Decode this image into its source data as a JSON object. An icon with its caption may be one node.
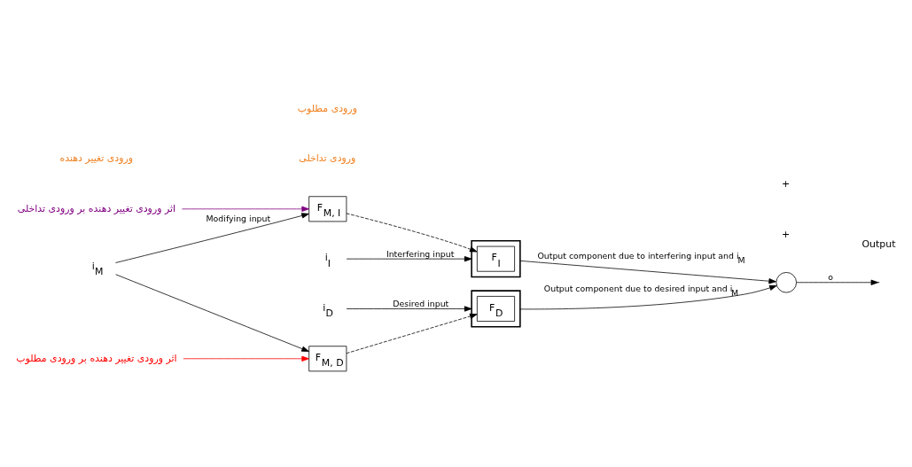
{
  "diagram": {
    "nodes": [
      {
        "text": [],
        "shape": "box"
      },
      {
        "text": [
          "F$_{I}$"
        ],
        "in": 0
      },
      {
        "text": [
          "F$_{M, I}$"
        ]
      },
      {
        "text": [
          "F$_{M, D}$"
        ]
      },
      {
        "text": [],
        "shape": "box"
      },
      {
        "text": [
          "F$_{D}$"
        ],
        "in": 4
      },
      {
        "text": [],
        "shape": "circle"
      },
      {
        "text": [
          "i$_{I}$"
        ]
      },
      {
        "text": [
          "i$_{M}$"
        ]
      },
      {
        "text": [
          "i$_{D}$"
        ]
      },
      {
        "text": [
          "اثر ورودی تغییر دهنده بر ورودی تداخلی"
        ]
      },
      {
        "text": [
          "اثر ورودی تغییر دهنده بر ورودی مطلوب"
        ]
      }
    ],
    "edges": [
      {
        "from": 7,
        "to": 0,
        "arrow": "to",
        "label": "Interfering input"
      },
      {
        "from": 8,
        "to": 2,
        "arrow": "to",
        "label": "Modifying input"
      },
      {
        "from": 8,
        "to": 3,
        "arrow": "to"
      },
      {
        "from": 2,
        "to": 1,
        "arrow": "to",
        "style": "dashed"
      },
      {
        "from": 3,
        "to": 5,
        "arrow": "to",
        "style": "dashed"
      },
      {
        "from": 9,
        "to": 4,
        "arrow": "to",
        "label": "Desired input"
      },
      {
        "from": 0,
        "to": 6,
        "arrow": "to",
        "label": "Output component due to interfering input and i$_{M}$"
      },
      {
        "from": 4,
        "to": 6,
        "arrow": "to",
        "label": "Output component due to desired input and i$_{M}$"
      },
      {
        "from": 6,
        "to": null,
        "arrow": "to",
        "label": "o"
      },
      {
        "from": 10,
        "to": 2,
        "arrow": "to",
        "color": "#800080"
      },
      {
        "from": 11,
        "to": 3,
        "arrow": "to",
        "color": "#ff0000"
      }
    ],
    "labels": [
      "ورودی تداخلی",
      "ورودی تغییر دهنده",
      "ورودی مطلوب",
      "+",
      "+",
      "Output"
    ]
  }
}
